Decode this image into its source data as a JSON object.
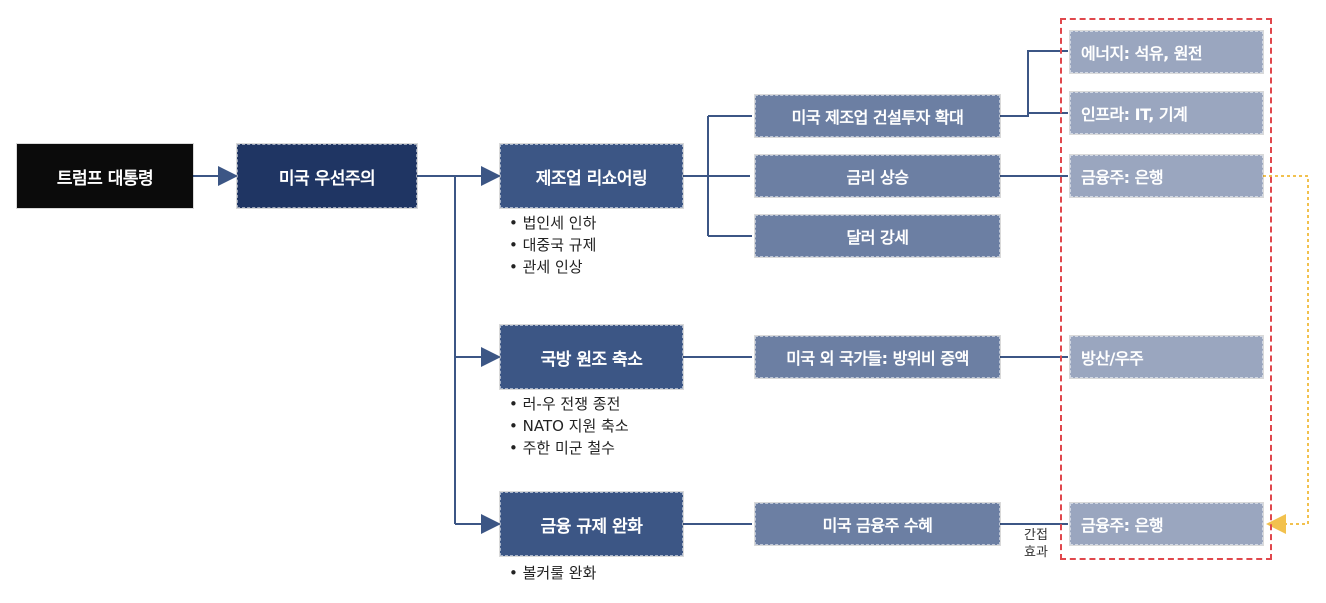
{
  "root": "트럼프 대통령",
  "policy": "미국 우선주의",
  "branches": [
    {
      "label": "제조업 리쇼어링",
      "bullets": [
        "법인세 인하",
        "대중국 규제",
        "관세 인상"
      ]
    },
    {
      "label": "국방 원조 축소",
      "bullets": [
        "러-우 전쟁 종전",
        "NATO 지원 축소",
        "주한 미군 철수"
      ]
    },
    {
      "label": "금융 규제 완화",
      "bullets": [
        "볼커룰 완화"
      ]
    }
  ],
  "effects": [
    "미국 제조업 건설투자 확대",
    "금리 상승",
    "달러 강세",
    "미국 외 국가들: 방위비 증액",
    "미국 금융주 수혜"
  ],
  "sectors": [
    "에너지: 석유, 원전",
    "인프라: IT, 기계",
    "금융주: 은행",
    "방산/우주",
    "금융주: 은행"
  ],
  "indirect_label": "간접\n효과",
  "colors": {
    "highlight_border": "#e0474c",
    "indirect_arrow": "#f2c14e",
    "connector": "#3c5685"
  }
}
